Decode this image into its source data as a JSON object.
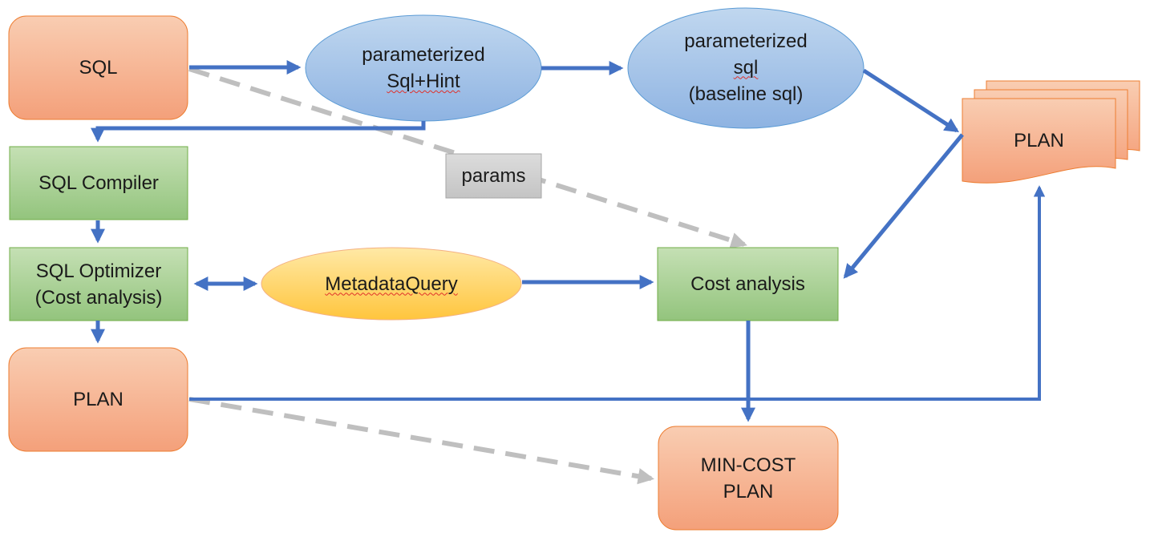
{
  "diagram": {
    "nodes": {
      "sql": {
        "text": "SQL"
      },
      "param_sql_hint": {
        "line1": "parameterized",
        "line2": "Sql+Hint"
      },
      "param_sql": {
        "line1": "parameterized",
        "line2": "sql",
        "line3": "(baseline sql)"
      },
      "plan_stack": {
        "text": "PLAN"
      },
      "sql_compiler": {
        "text": "SQL Compiler"
      },
      "params": {
        "text": "params"
      },
      "sql_optimizer": {
        "line1": "SQL Optimizer",
        "line2": "(Cost analysis)"
      },
      "metadata_query": {
        "text": "MetadataQuery"
      },
      "cost_analysis": {
        "text": "Cost analysis"
      },
      "plan": {
        "text": "PLAN"
      },
      "min_cost_plan": {
        "line1": "MIN-COST",
        "line2": "PLAN"
      }
    },
    "edges": [
      {
        "from": "sql",
        "to": "param_sql_hint",
        "style": "solid"
      },
      {
        "from": "param_sql_hint",
        "to": "param_sql",
        "style": "solid"
      },
      {
        "from": "param_sql",
        "to": "plan_stack",
        "style": "solid"
      },
      {
        "from": "param_sql_hint",
        "to": "sql_compiler",
        "style": "solid"
      },
      {
        "from": "sql",
        "to": "cost_analysis",
        "style": "dashed",
        "label": "params"
      },
      {
        "from": "sql_compiler",
        "to": "sql_optimizer",
        "style": "solid"
      },
      {
        "from": "sql_optimizer",
        "to": "metadata_query",
        "style": "solid-bidirectional"
      },
      {
        "from": "metadata_query",
        "to": "cost_analysis",
        "style": "solid"
      },
      {
        "from": "plan_stack",
        "to": "cost_analysis",
        "style": "solid"
      },
      {
        "from": "sql_optimizer",
        "to": "plan",
        "style": "solid"
      },
      {
        "from": "cost_analysis",
        "to": "min_cost_plan",
        "style": "solid"
      },
      {
        "from": "plan",
        "to": "plan_stack",
        "style": "solid"
      },
      {
        "from": "plan",
        "to": "min_cost_plan",
        "style": "dashed"
      }
    ],
    "colors": {
      "arrow": "#4472c4",
      "dashed_arrow": "#bfbfbf",
      "orange_fill_top": "#f8cbad",
      "orange_fill_bottom": "#f4a582",
      "orange_stroke": "#ed7d31",
      "green_fill_top": "#c5e0b4",
      "green_fill_bottom": "#92c47d",
      "green_stroke": "#70ad47",
      "blue_fill_top": "#bdd7ee",
      "blue_fill_bottom": "#8fb4e3",
      "blue_stroke": "#5b9bd5",
      "yellow_fill_top": "#ffe699",
      "yellow_fill_bottom": "#ffc845",
      "yellow_stroke": "#f4b183",
      "gray_fill": "#d0d0d0",
      "gray_stroke": "#a6a6a6"
    }
  }
}
